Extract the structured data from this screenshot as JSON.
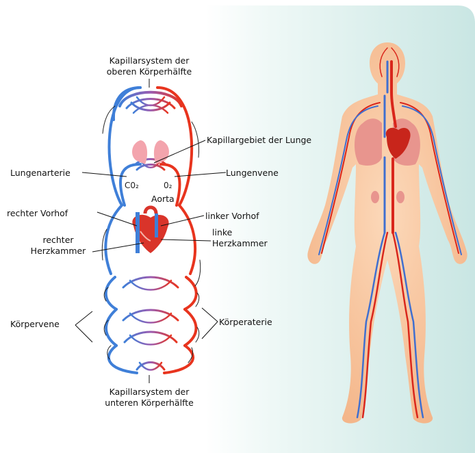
{
  "colors": {
    "vein_blue": "#3f7fd8",
    "artery_red": "#e8341e",
    "lung_pink": "#f3a4ad",
    "skin": "#f8c7a0",
    "panel_teal": "#d3ebe9"
  },
  "labels": {
    "upper_capillary_1": "Kapillarsystem der",
    "upper_capillary_2": "oberen Körperhälfte",
    "lung_capillary": "Kapillargebiet der Lunge",
    "pulmonary_artery": "Lungenarterie",
    "pulmonary_vein": "Lungenvene",
    "co2": "C0₂",
    "o2": "0₂",
    "aorta": "Aorta",
    "right_atrium": "rechter Vorhof",
    "left_atrium": "linker Vorhof",
    "right_ventricle_1": "rechter",
    "right_ventricle_2": "Herzkammer",
    "left_ventricle_1": "linke",
    "left_ventricle_2": "Herzkammer",
    "body_vein": "Körpervene",
    "body_artery": "Körperaterie",
    "lower_capillary_1": "Kapillarsystem der",
    "lower_capillary_2": "unteren Körperhälfte"
  }
}
